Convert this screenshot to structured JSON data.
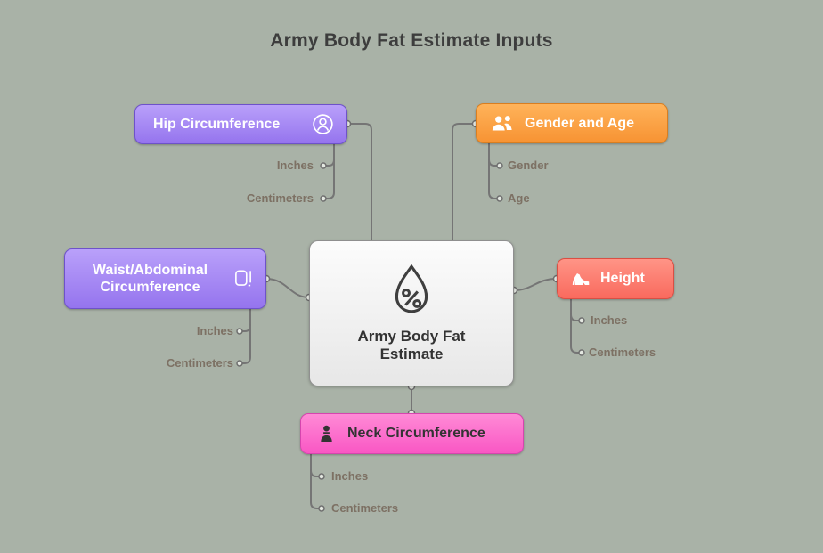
{
  "title": "Army Body Fat Estimate Inputs",
  "center": {
    "label": "Army Body Fat Estimate",
    "icon": "body-fat-droplet-percent-icon"
  },
  "nodes": [
    {
      "id": "hip",
      "label": "Hip Circumference",
      "icon": "person-circle-icon",
      "children": [
        "Inches",
        "Centimeters"
      ],
      "color": "#9574ee"
    },
    {
      "id": "gender_age",
      "label": "Gender and Age",
      "icon": "people-icon",
      "children": [
        "Gender",
        "Age"
      ],
      "color": "#f79333"
    },
    {
      "id": "waist",
      "label": "Waist/Abdominal Circumference",
      "icon": "measuring-tape-icon",
      "children": [
        "Inches",
        "Centimeters"
      ],
      "color": "#9574ee"
    },
    {
      "id": "height",
      "label": "Height",
      "icon": "high-heel-icon",
      "children": [
        "Inches",
        "Centimeters"
      ],
      "color": "#f96a5e"
    },
    {
      "id": "neck",
      "label": "Neck Circumference",
      "icon": "person-neck-icon",
      "children": [
        "Inches",
        "Centimeters"
      ],
      "color": "#f957c4"
    }
  ],
  "palette": {
    "background": "#a9b2a7",
    "title_text": "#3d3d3d",
    "purple": "#9574ee",
    "orange": "#f79333",
    "salmon": "#f96a5e",
    "pink": "#f957c4",
    "center_bg": "#f2f2f2",
    "connector_line": "#757575",
    "sublabel_text": "#7d7164"
  }
}
